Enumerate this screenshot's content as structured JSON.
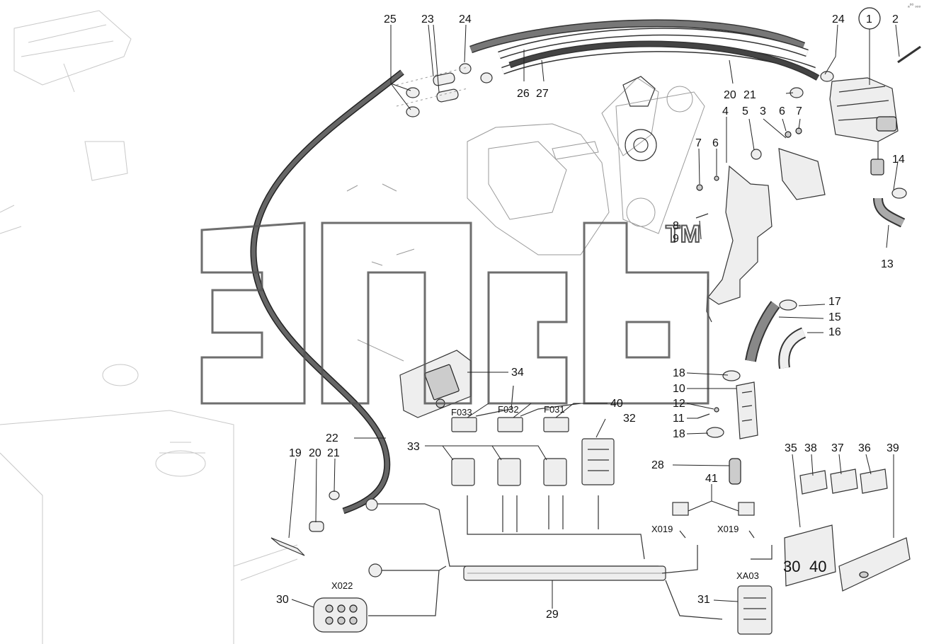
{
  "watermark": {
    "text": "ЭПСБ",
    "tm": "TM"
  },
  "corner_mark": "ₐ⁰⁰ ₉ₒₒ",
  "callouts": {
    "c25": "25",
    "c23": "23",
    "c24a": "24",
    "c26": "26",
    "c27": "27",
    "c20a": "20",
    "c21a": "21",
    "c24b": "24",
    "c1": "1",
    "c2": "2",
    "c4": "4",
    "c5": "5",
    "c3": "3",
    "c6a": "6",
    "c7a": "7",
    "c7b": "7",
    "c6b": "6",
    "c14": "14",
    "c8": "8",
    "c9": "9",
    "c13": "13",
    "c17": "17",
    "c15": "15",
    "c16": "16",
    "c34": "34",
    "c18a": "18",
    "c10": "10",
    "c40": "40",
    "c12": "12",
    "c11": "11",
    "c32": "32",
    "c18b": "18",
    "c22": "22",
    "c33": "33",
    "c19": "19",
    "c20b": "20",
    "c21b": "21",
    "c28": "28",
    "c35": "35",
    "c38": "38",
    "c37": "37",
    "c36": "36",
    "c39": "39",
    "c41": "41",
    "c30": "30",
    "c29": "29",
    "c31": "31"
  },
  "connector_labels": {
    "f033": "F033",
    "f032": "F032",
    "f031": "F031",
    "x019a": "X019",
    "x019b": "X019",
    "x022": "X022",
    "xa03": "XA03"
  },
  "relay_markings": {
    "left": "30",
    "right": "40"
  }
}
